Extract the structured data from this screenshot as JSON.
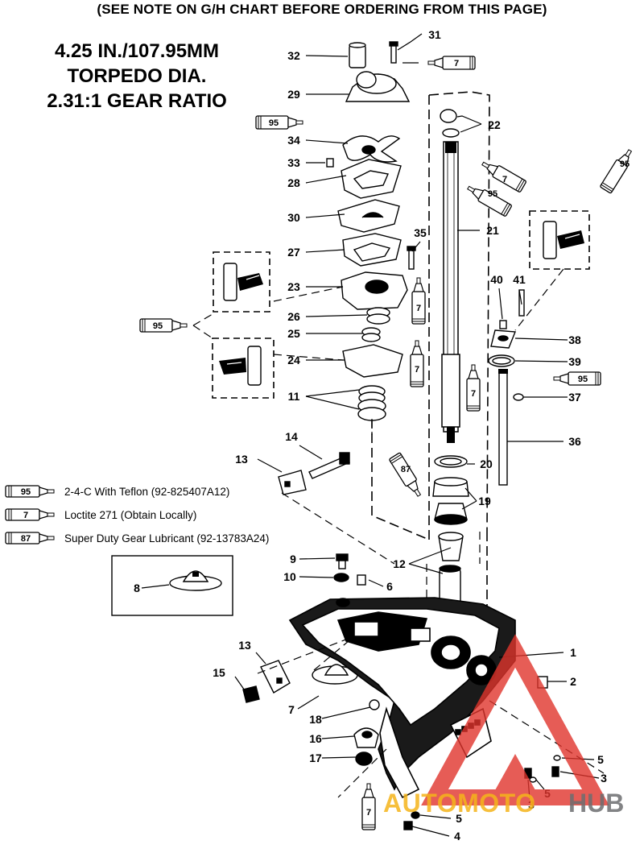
{
  "header": {
    "note": "(SEE NOTE ON G/H CHART BEFORE ORDERING FROM THIS PAGE)"
  },
  "title": {
    "line1": "4.25 IN./107.95MM",
    "line2": "TORPEDO DIA.",
    "line3": "2.31:1 GEAR RATIO"
  },
  "legend": [
    {
      "code": "95",
      "text": "2-4-C  With Teflon (92-825407A12)"
    },
    {
      "code": "7",
      "text": "Loctite 271 (Obtain Locally)"
    },
    {
      "code": "87",
      "text": "Super Duty Gear Lubricant (92-13783A24)"
    }
  ],
  "callouts": [
    "32",
    "31",
    "29",
    "22",
    "34",
    "33",
    "28",
    "21",
    "30",
    "35",
    "27",
    "23",
    "40",
    "41",
    "26",
    "38",
    "25",
    "24",
    "39",
    "11",
    "37",
    "36",
    "14",
    "13",
    "20",
    "19",
    "9",
    "12",
    "10",
    "6",
    "8",
    "1",
    "13",
    "15",
    "2",
    "7",
    "18",
    "16",
    "5",
    "17",
    "3",
    "5",
    "3",
    "5",
    "4"
  ],
  "tubes": [
    "7",
    "95",
    "7",
    "95",
    "95",
    "95",
    "7",
    "7",
    "7",
    "95",
    "87",
    "7"
  ],
  "watermark": {
    "part1": "AUTOMOTO",
    "part2": "HUB"
  },
  "colors": {
    "ink": "#000000",
    "watermark_red": "#e0342c",
    "watermark_yellow": "#f5b51b",
    "watermark_gray": "#6d6e70"
  }
}
